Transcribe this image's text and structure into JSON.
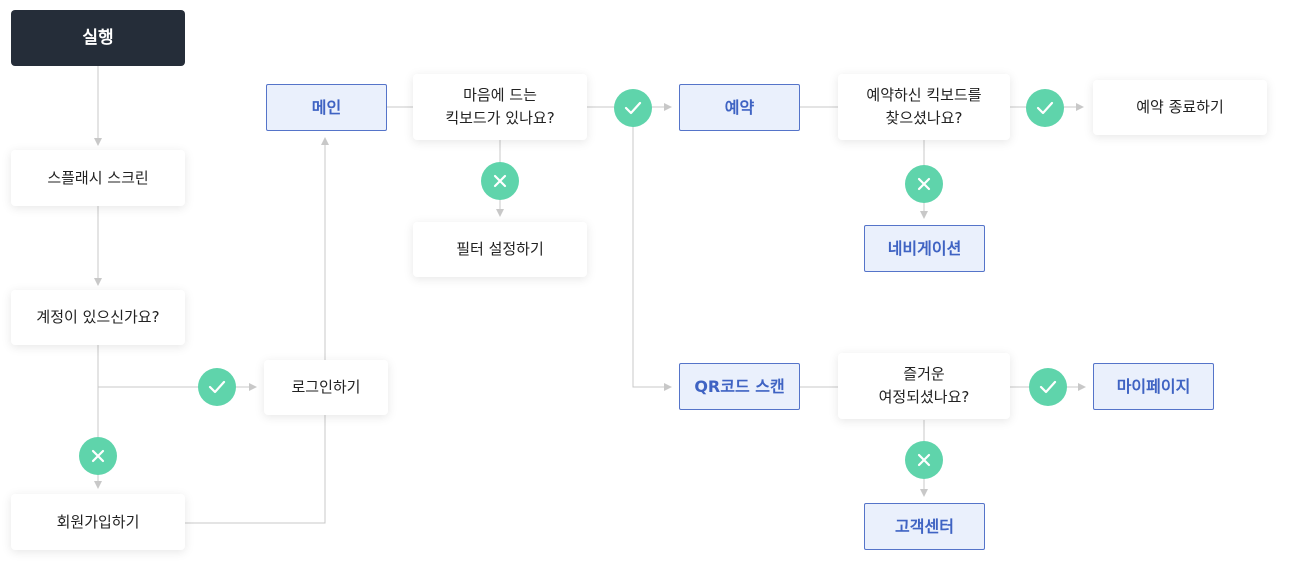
{
  "start": {
    "label": "실행"
  },
  "nodes": {
    "splash": "스플래시 스크린",
    "has_account": "계정이 있으신가요?",
    "signup": "회원가입하기",
    "login": "로그인하기",
    "main": "메인",
    "keyboard_question": [
      "마음에 드는",
      "킥보드가 있나요?"
    ],
    "filter": "필터 설정하기",
    "reserve": "예약",
    "qr_scan": "QR코드 스캔",
    "found_question": [
      "예약하신 킥보드를",
      "찾으셨나요?"
    ],
    "navigation": "네비게이션",
    "reserve_end": "예약 종료하기",
    "trip_question": [
      "즐거운",
      "여정되셨나요?"
    ],
    "mypage": "마이페이지",
    "support": "고객센터"
  },
  "colors": {
    "start_bg": "#252d39",
    "accent_border": "#5574c9",
    "accent_fill": "#eaf0fc",
    "accent_text": "#3f63c3",
    "badge": "#5fd4ab",
    "connector": "#c8c8c8"
  },
  "icons": {
    "yes": "check-icon",
    "no": "close-icon"
  }
}
